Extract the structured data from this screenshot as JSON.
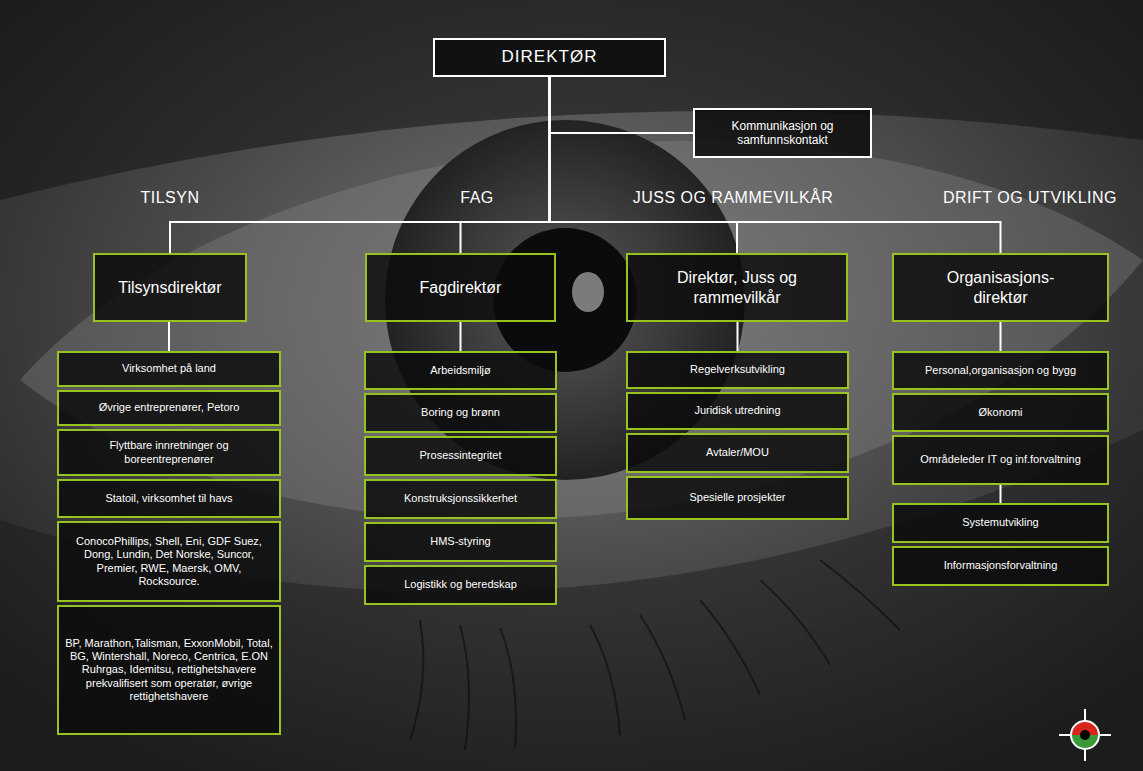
{
  "diagram": {
    "nodes": [
      {
        "text": [
          "DIREKTØR"
        ]
      },
      {
        "text": [
          "Kommunikasjon og samfunnskontakt"
        ]
      },
      {
        "text": [
          "Tilsynsdirektør"
        ]
      },
      {
        "text": [
          "Virksomhet på land"
        ]
      },
      {
        "text": [
          "Øvrige entreprenører, Petoro"
        ]
      },
      {
        "text": [
          "Flyttbare innretninger og boreentreprenører"
        ]
      },
      {
        "text": [
          "Statoil, virksomhet til havs"
        ]
      },
      {
        "text": [
          "ConocoPhillips, Shell, Eni, GDF Suez, Dong, Lundin, Det Norske, Suncor, Premier, RWE, Maersk, OMV, Rocksource."
        ]
      },
      {
        "text": [
          "BP, Marathon,Talisman, ExxonMobil, Total, BG, Wintershall, Noreco, Centrica, E.ON Ruhrgas, Idemitsu, rettighetshavere prekvalifisert som operatør, øvrige rettighetshavere"
        ]
      },
      {
        "text": [
          "Fagdirektør"
        ]
      },
      {
        "text": [
          "Arbeidsmiljø"
        ]
      },
      {
        "text": [
          "Boring og brønn"
        ]
      },
      {
        "text": [
          "Prosessintegritet"
        ]
      },
      {
        "text": [
          "Konstruksjonssikkerhet"
        ]
      },
      {
        "text": [
          "HMS-styring"
        ]
      },
      {
        "text": [
          "Logistikk og beredskap"
        ]
      },
      {
        "text": [
          "Direktør, Juss og rammevilkår"
        ]
      },
      {
        "text": [
          "Regelverksutvikling"
        ]
      },
      {
        "text": [
          "Juridisk utredning"
        ]
      },
      {
        "text": [
          "Avtaler/MOU"
        ]
      },
      {
        "text": [
          "Spesielle prosjekter"
        ]
      },
      {
        "text": [
          "Organisasjons- direktør"
        ]
      },
      {
        "text": [
          "Personal,organisasjon og bygg"
        ]
      },
      {
        "text": [
          "Økonomi"
        ]
      },
      {
        "text": [
          "Områdeleder IT og inf.forvaltning"
        ]
      },
      {
        "text": [
          "Systemutvikling"
        ]
      },
      {
        "text": [
          "Informasjonsforvaltning"
        ]
      }
    ],
    "edges": [
      {
        "from": 0,
        "to": 1,
        "arrow": "none"
      },
      {
        "from": 0,
        "to": 2,
        "arrow": "none"
      },
      {
        "from": 0,
        "to": 9,
        "arrow": "none"
      },
      {
        "from": 0,
        "to": 16,
        "arrow": "none"
      },
      {
        "from": 0,
        "to": 21,
        "arrow": "none"
      },
      {
        "from": 2,
        "to": 3,
        "arrow": "none"
      },
      {
        "from": 9,
        "to": 10,
        "arrow": "none"
      },
      {
        "from": 16,
        "to": 17,
        "arrow": "none"
      },
      {
        "from": 21,
        "to": 22,
        "arrow": "none"
      },
      {
        "from": 24,
        "to": 25,
        "arrow": "none"
      }
    ],
    "labels": [
      "TILSYN",
      "FAG",
      "JUSS OG RAMMEVILKÅR",
      "DRIFT OG UTVIKLING"
    ]
  }
}
